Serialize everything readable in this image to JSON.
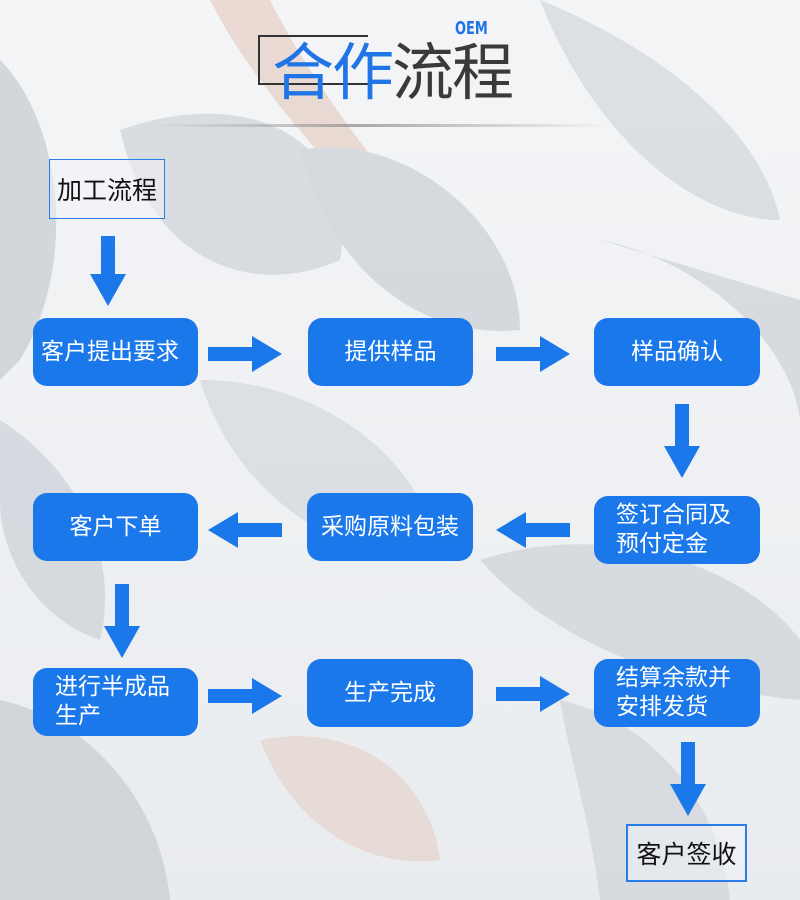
{
  "header": {
    "title_part1": "合作",
    "title_part2": "流程",
    "superscript": "OEM"
  },
  "colors": {
    "accent": "#1a78ea",
    "title_blue": "#1f74e6",
    "title_dark": "#3a3a3a",
    "node_text": "#ffffff"
  },
  "flow": {
    "start_label": "加工流程",
    "end_label": "客户签收",
    "nodes": [
      {
        "id": "n1",
        "text": "客户提出要求"
      },
      {
        "id": "n2",
        "text": "提供样品"
      },
      {
        "id": "n3",
        "text": "样品确认"
      },
      {
        "id": "n4",
        "line1": "签订合同及",
        "line2": "预付定金"
      },
      {
        "id": "n5",
        "text": "采购原料包装"
      },
      {
        "id": "n6",
        "text": "客户下单"
      },
      {
        "id": "n7",
        "line1": "进行半成品",
        "line2": "生产"
      },
      {
        "id": "n8",
        "text": "生产完成"
      },
      {
        "id": "n9",
        "line1": "结算余款并",
        "line2": "安排发货"
      }
    ],
    "edges": [
      {
        "from": "start",
        "to": "n1",
        "direction": "down"
      },
      {
        "from": "n1",
        "to": "n2",
        "direction": "right"
      },
      {
        "from": "n2",
        "to": "n3",
        "direction": "right"
      },
      {
        "from": "n3",
        "to": "n4",
        "direction": "down"
      },
      {
        "from": "n4",
        "to": "n5",
        "direction": "left"
      },
      {
        "from": "n5",
        "to": "n6",
        "direction": "left"
      },
      {
        "from": "n6",
        "to": "n7",
        "direction": "down"
      },
      {
        "from": "n7",
        "to": "n8",
        "direction": "right"
      },
      {
        "from": "n8",
        "to": "n9",
        "direction": "right"
      },
      {
        "from": "n9",
        "to": "end",
        "direction": "down"
      }
    ]
  }
}
